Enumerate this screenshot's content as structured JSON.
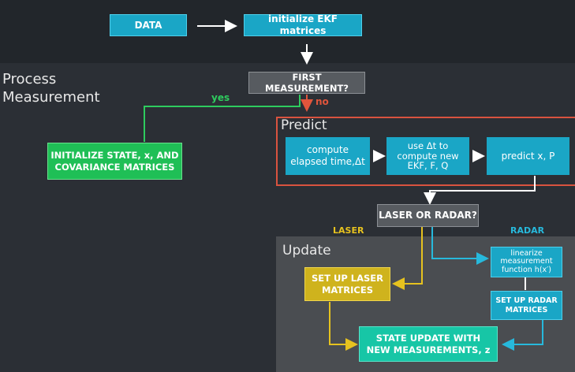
{
  "sections": {
    "process_measurement": "Process\nMeasurement",
    "predict": "Predict",
    "update": "Update"
  },
  "nodes": {
    "data": "DATA",
    "init_ekf": "initialize EKF matrices",
    "first_measurement": "FIRST MEASUREMENT?",
    "initialize_state": "INITIALIZE STATE, x, AND\nCOVARIANCE MATRICES",
    "compute_elapsed": "compute\nelapsed time,Δt",
    "use_dt": "use Δt to\ncompute new\nEKF, F, Q",
    "predict_xp": "predict x, P",
    "laser_or_radar": "LASER OR RADAR?",
    "setup_laser": "SET UP LASER\nMATRICES",
    "linearize": "linearize\nmeasurement\nfunction h(x′)",
    "setup_radar": "SET UP RADAR\nMATRICES",
    "state_update": "STATE UPDATE WITH\nNEW MEASUREMENTS, z"
  },
  "edge_labels": {
    "yes": "yes",
    "no": "no",
    "laser": "LASER",
    "radar": "RADAR"
  },
  "colors": {
    "background": "#2b2f35",
    "top_band": "#22262b",
    "cyan": "#1aa6c6",
    "green": "#1fbf56",
    "gray": "#575b60",
    "yellow": "#cfb31d",
    "teal": "#17c6a6",
    "red": "#d9533f",
    "update_panel": "#4a4d51"
  }
}
